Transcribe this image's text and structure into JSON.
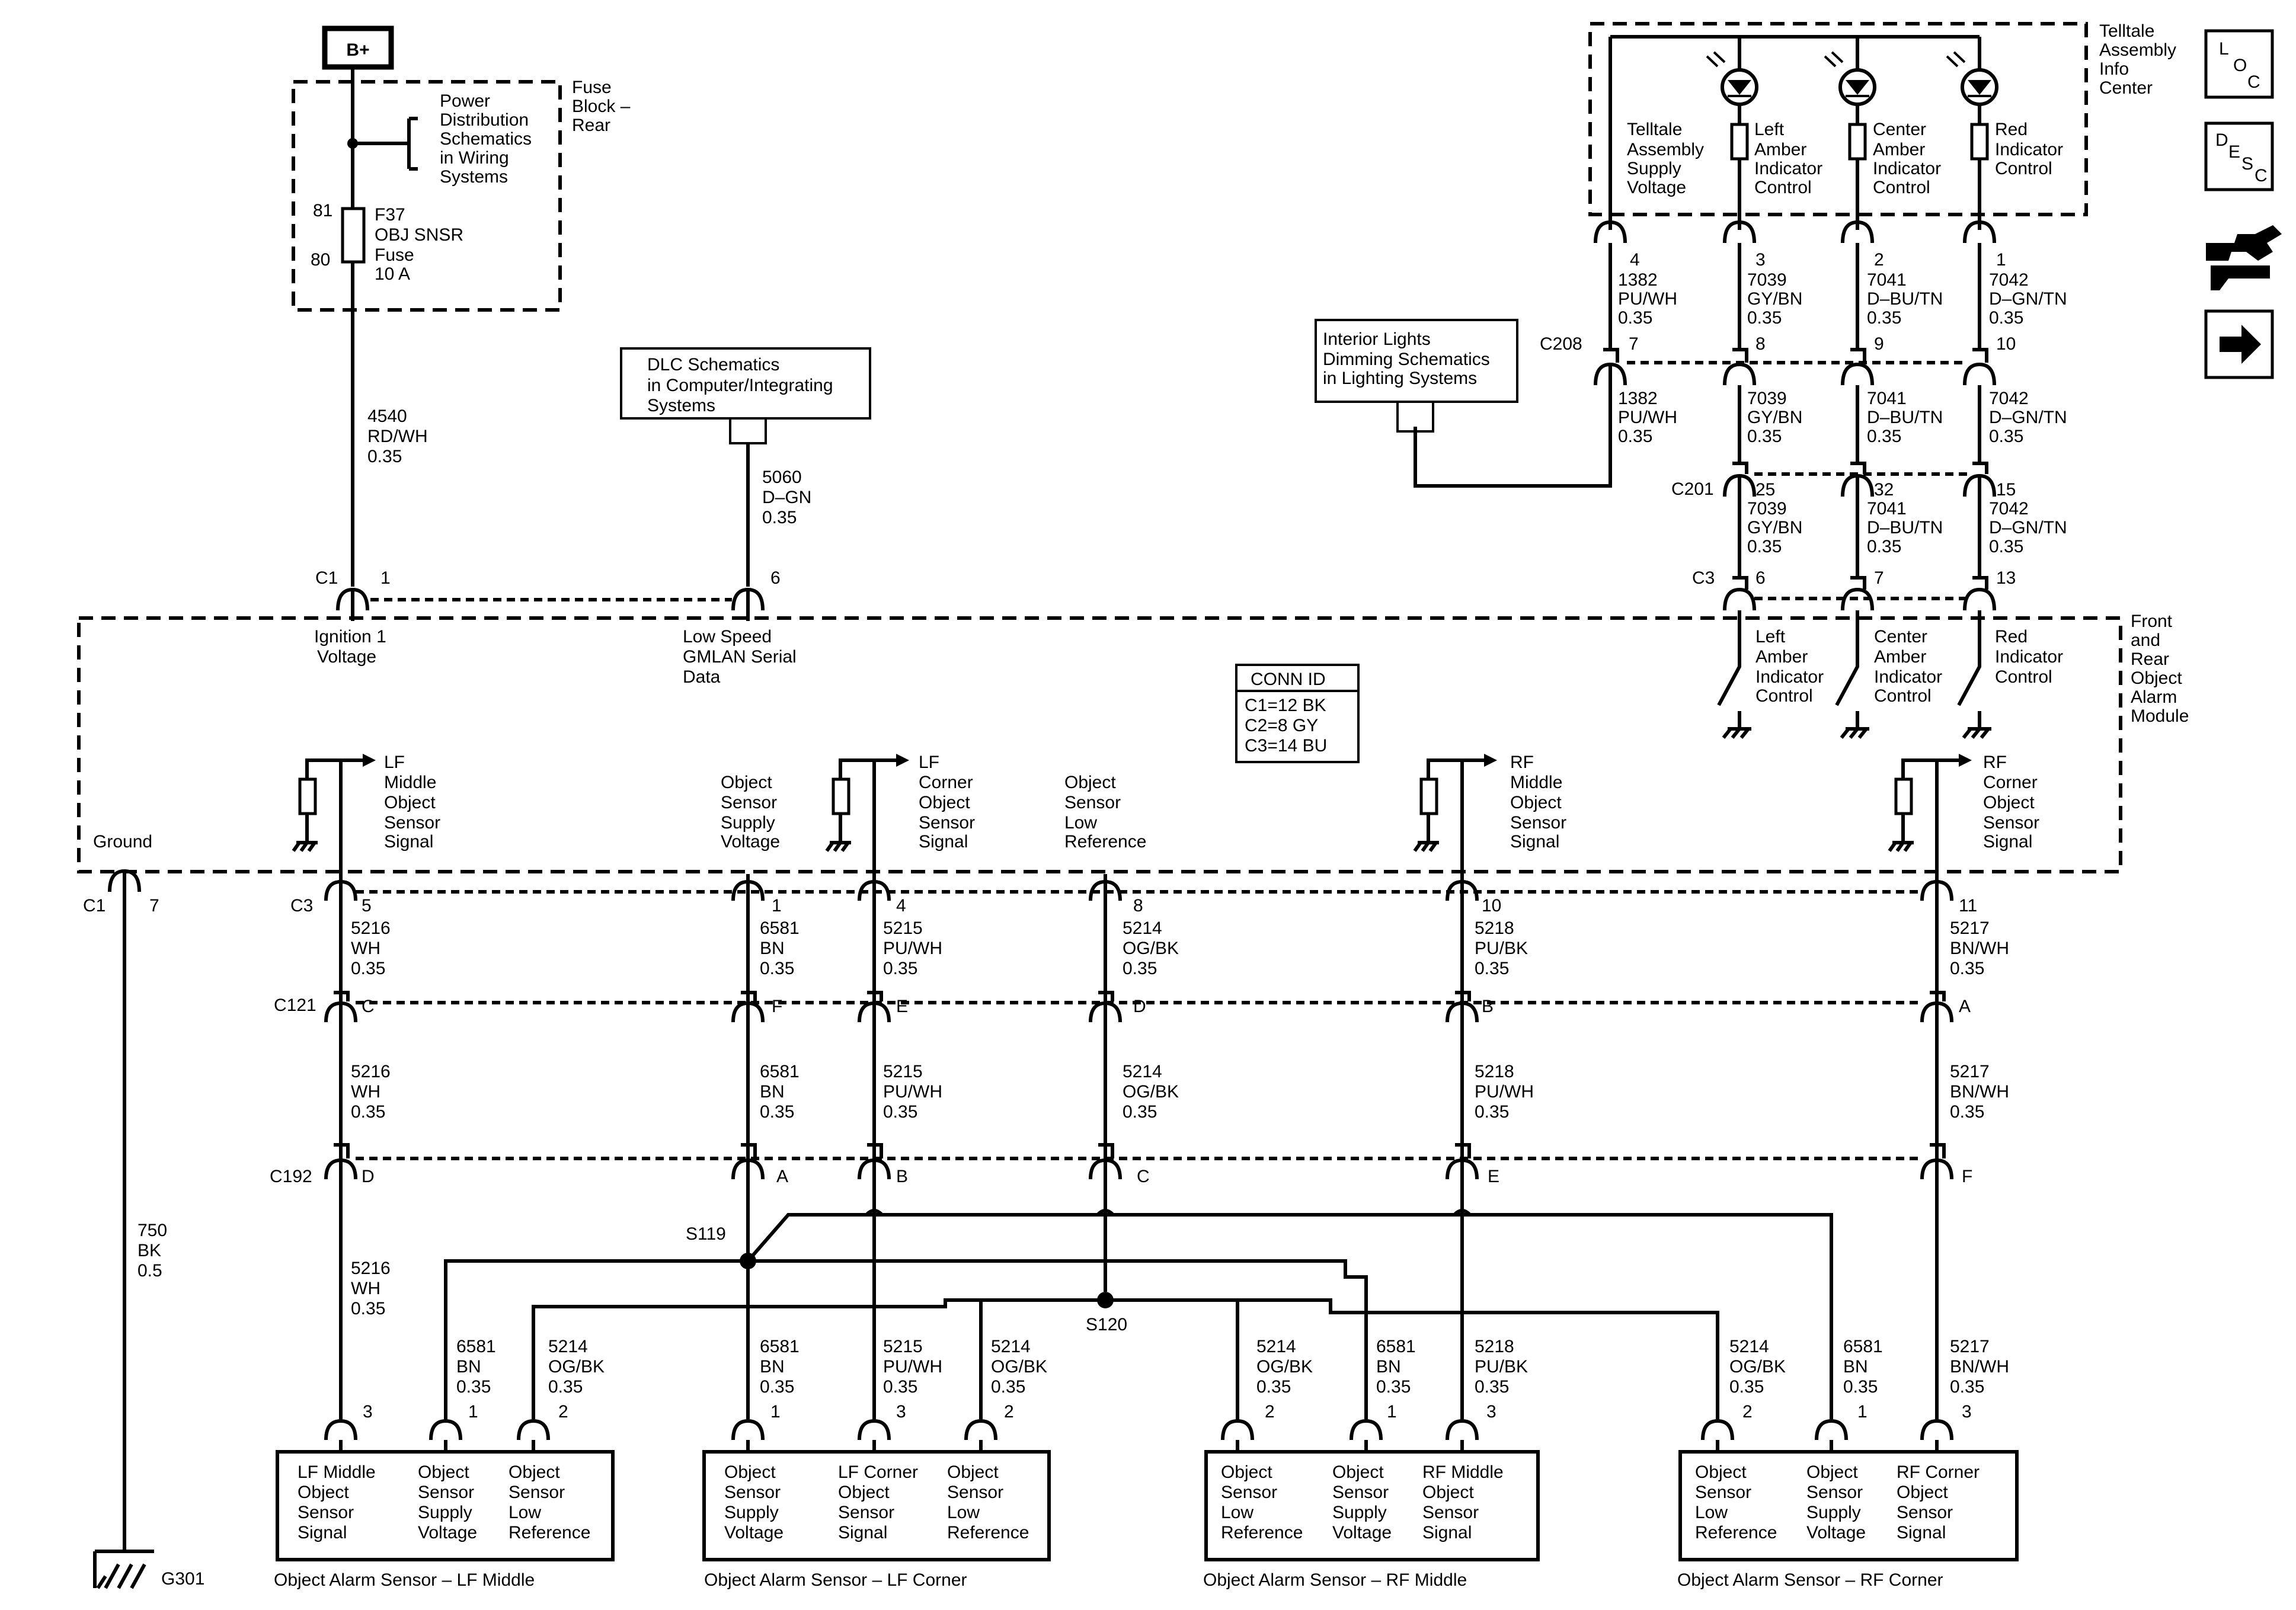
{
  "battery": "B+",
  "fuse_block": {
    "label": [
      "Fuse",
      "Block –",
      "Rear"
    ],
    "pdist": [
      "Power",
      "Distribution",
      "Schematics",
      "in Wiring",
      "Systems"
    ],
    "fuse": [
      "F37",
      "OBJ SNSR",
      "Fuse",
      "10 A"
    ],
    "pin_in": "81",
    "pin_out": "80"
  },
  "wire_feed": [
    "4540",
    "RD/WH",
    "0.35"
  ],
  "dlc": {
    "box": [
      "DLC Schematics",
      "in Computer/Integrating",
      "Systems"
    ],
    "wire": [
      "5060",
      "D–GN",
      "0.35"
    ]
  },
  "telltale": {
    "title": [
      "Telltale",
      "Assembly",
      "Info",
      "Center"
    ],
    "supply": [
      "Telltale",
      "Assembly",
      "Supply",
      "Voltage"
    ],
    "left": [
      "Left",
      "Amber",
      "Indicator",
      "Control"
    ],
    "center": [
      "Center",
      "Amber",
      "Indicator",
      "Control"
    ],
    "red": [
      "Red",
      "Indicator",
      "Control"
    ],
    "pins": [
      "4",
      "3",
      "2",
      "1"
    ],
    "wires": [
      [
        "1382",
        "PU/WH",
        "0.35"
      ],
      [
        "7039",
        "GY/BN",
        "0.35"
      ],
      [
        "7041",
        "D–BU/TN",
        "0.35"
      ],
      [
        "7042",
        "D–GN/TN",
        "0.35"
      ]
    ]
  },
  "c208": {
    "name": "C208",
    "pins": [
      "7",
      "8",
      "9",
      "10"
    ]
  },
  "interior_box": [
    "Interior Lights",
    "Dimming Schematics",
    "in Lighting Systems"
  ],
  "c201": {
    "name": "C201",
    "pins": [
      "25",
      "32",
      "15"
    ]
  },
  "c3_top": {
    "name": "C3",
    "pins": [
      "6",
      "7",
      "13"
    ]
  },
  "c1_top": {
    "name": "C1",
    "pin_ign": "1",
    "pin_dlc": "6"
  },
  "module": {
    "title": [
      "Front",
      "and",
      "Rear",
      "Object",
      "Alarm",
      "Module"
    ],
    "ign": [
      "Ignition 1",
      "Voltage"
    ],
    "gmlan": [
      "Low Speed",
      "GMLAN Serial",
      "Data"
    ],
    "ground": "Ground",
    "outputs": {
      "left": [
        "Left",
        "Amber",
        "Indicator",
        "Control"
      ],
      "center": [
        "Center",
        "Amber",
        "Indicator",
        "Control"
      ],
      "red": [
        "Red",
        "Indicator",
        "Control"
      ]
    },
    "signals": {
      "lf_mid": [
        "LF",
        "Middle",
        "Object",
        "Sensor",
        "Signal"
      ],
      "supply": [
        "Object",
        "Sensor",
        "Supply",
        "Voltage"
      ],
      "lf_cor": [
        "LF",
        "Corner",
        "Object",
        "Sensor",
        "Signal"
      ],
      "lowref": [
        "Object",
        "Sensor",
        "Low",
        "Reference"
      ],
      "rf_mid": [
        "RF",
        "Middle",
        "Object",
        "Sensor",
        "Signal"
      ],
      "rf_cor": [
        "RF",
        "Corner",
        "Object",
        "Sensor",
        "Signal"
      ]
    }
  },
  "conn_id": {
    "title": "CONN ID",
    "rows": [
      "C1=12 BK",
      "C2=8 GY",
      "C3=14 BU"
    ]
  },
  "c1_ground": {
    "name": "C1",
    "pin": "7",
    "wire": [
      "750",
      "BK",
      "0.5"
    ],
    "ground": "G301"
  },
  "c3_bottom": {
    "name": "C3",
    "pins": [
      "5",
      "1",
      "4",
      "8",
      "10",
      "11"
    ]
  },
  "c121": {
    "name": "C121",
    "pins": [
      "C",
      "F",
      "E",
      "D",
      "B",
      "A"
    ]
  },
  "c192": {
    "name": "C192",
    "pins": [
      "D",
      "A",
      "B",
      "C",
      "E",
      "F"
    ]
  },
  "wires_c3": [
    [
      "5216",
      "WH",
      "0.35"
    ],
    [
      "6581",
      "BN",
      "0.35"
    ],
    [
      "5215",
      "PU/WH",
      "0.35"
    ],
    [
      "5214",
      "OG/BK",
      "0.35"
    ],
    [
      "5218",
      "PU/BK",
      "0.35"
    ],
    [
      "5217",
      "BN/WH",
      "0.35"
    ]
  ],
  "wires_c121": [
    [
      "5216",
      "WH",
      "0.35"
    ],
    [
      "6581",
      "BN",
      "0.35"
    ],
    [
      "5215",
      "PU/WH",
      "0.35"
    ],
    [
      "5214",
      "OG/BK",
      "0.35"
    ],
    [
      "5218",
      "PU/WH",
      "0.35"
    ],
    [
      "5217",
      "BN/WH",
      "0.35"
    ]
  ],
  "splices": [
    "S119",
    "S120"
  ],
  "sensor_wires": {
    "lf_mid_signal": [
      "5216",
      "WH",
      "0.35"
    ],
    "lf_mid_supply": [
      "6581",
      "BN",
      "0.35"
    ],
    "lf_mid_lowref": [
      "5214",
      "OG/BK",
      "0.35"
    ],
    "lf_cor_supply": [
      "6581",
      "BN",
      "0.35"
    ],
    "lf_cor_signal": [
      "5215",
      "PU/WH",
      "0.35"
    ],
    "lf_cor_lowref": [
      "5214",
      "OG/BK",
      "0.35"
    ],
    "rf_mid_lowref": [
      "5214",
      "OG/BK",
      "0.35"
    ],
    "rf_mid_supply": [
      "6581",
      "BN",
      "0.35"
    ],
    "rf_mid_signal": [
      "5218",
      "PU/BK",
      "0.35"
    ],
    "rf_cor_lowref": [
      "5214",
      "OG/BK",
      "0.35"
    ],
    "rf_cor_supply": [
      "6581",
      "BN",
      "0.35"
    ],
    "rf_cor_signal": [
      "5217",
      "BN/WH",
      "0.35"
    ]
  },
  "sensors": [
    {
      "caption": "Object Alarm Sensor – LF Middle",
      "pins": [
        "3",
        "1",
        "2"
      ],
      "cols": [
        [
          "LF Middle",
          "Object",
          "Sensor",
          "Signal"
        ],
        [
          "Object",
          "Sensor",
          "Supply",
          "Voltage"
        ],
        [
          "Object",
          "Sensor",
          "Low",
          "Reference"
        ]
      ]
    },
    {
      "caption": "Object Alarm Sensor – LF Corner",
      "pins": [
        "1",
        "3",
        "2"
      ],
      "cols": [
        [
          "Object",
          "Sensor",
          "Supply",
          "Voltage"
        ],
        [
          "LF Corner",
          "Object",
          "Sensor",
          "Signal"
        ],
        [
          "Object",
          "Sensor",
          "Low",
          "Reference"
        ]
      ]
    },
    {
      "caption": "Object Alarm Sensor – RF Middle",
      "pins": [
        "2",
        "1",
        "3"
      ],
      "cols": [
        [
          "Object",
          "Sensor",
          "Low",
          "Reference"
        ],
        [
          "Object",
          "Sensor",
          "Supply",
          "Voltage"
        ],
        [
          "RF Middle",
          "Object",
          "Sensor",
          "Signal"
        ]
      ]
    },
    {
      "caption": "Object Alarm Sensor – RF Corner",
      "pins": [
        "2",
        "1",
        "3"
      ],
      "cols": [
        [
          "Object",
          "Sensor",
          "Low",
          "Reference"
        ],
        [
          "Object",
          "Sensor",
          "Supply",
          "Voltage"
        ],
        [
          "RF Corner",
          "Object",
          "Sensor",
          "Signal"
        ]
      ]
    }
  ],
  "side_icons": {
    "loc": [
      "L",
      "O",
      "C"
    ],
    "desc": [
      "D",
      "E",
      "S",
      "C"
    ],
    "icon_names": [
      "loc-icon",
      "desc-icon",
      "connector-icon",
      "next-arrow-icon"
    ]
  }
}
